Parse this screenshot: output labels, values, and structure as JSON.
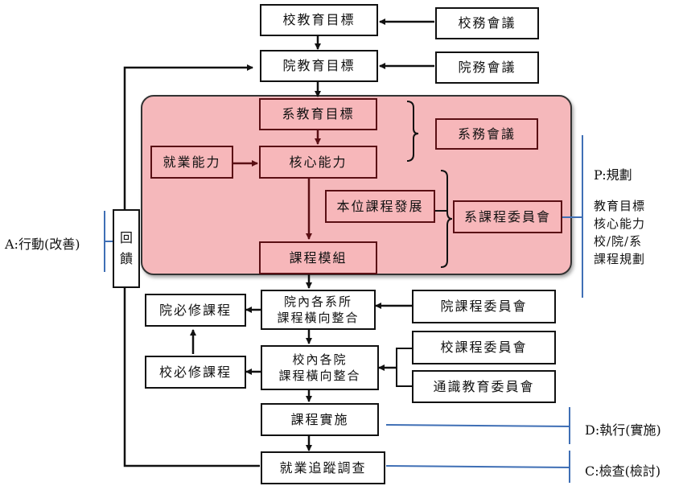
{
  "boxes": {
    "school_goal": "校教育目標",
    "school_affairs": "校務會議",
    "college_goal": "院教育目標",
    "college_affairs": "院務會議",
    "dept_goal": "系教育目標",
    "dept_affairs": "系務會議",
    "employability": "就業能力",
    "core_competence": "核心能力",
    "standard_dev": "本位課程發展",
    "dept_curriculum_committee": "系課程委員會",
    "course_module": "課程模組",
    "college_integration_line1": "院內各系所",
    "college_integration_line2": "課程橫向整合",
    "college_required": "院必修課程",
    "college_curriculum_committee": "院課程委員會",
    "school_integration_line1": "校內各院",
    "school_integration_line2": "課程橫向整合",
    "school_required": "校必修課程",
    "school_curriculum_committee": "校課程委員會",
    "general_edu_committee": "通識教育委員會",
    "implementation": "課程實施",
    "employment_tracking": "就業追蹤調查",
    "feedback_line1": "回",
    "feedback_line2": "饋"
  },
  "labels": {
    "plan_title": "P:規劃",
    "plan_item1": "教育目標",
    "plan_item2": "核心能力",
    "plan_item3": "校/院/系",
    "plan_item4": "課程規劃",
    "act": "A:行動(改善)",
    "do": "D:執行(實施)",
    "check": "C:檢查(檢討)"
  },
  "colors": {
    "highlight_fill": "#f5b8bb",
    "dark_border": "#5a0f14",
    "blue_line": "#3f6fb5"
  }
}
